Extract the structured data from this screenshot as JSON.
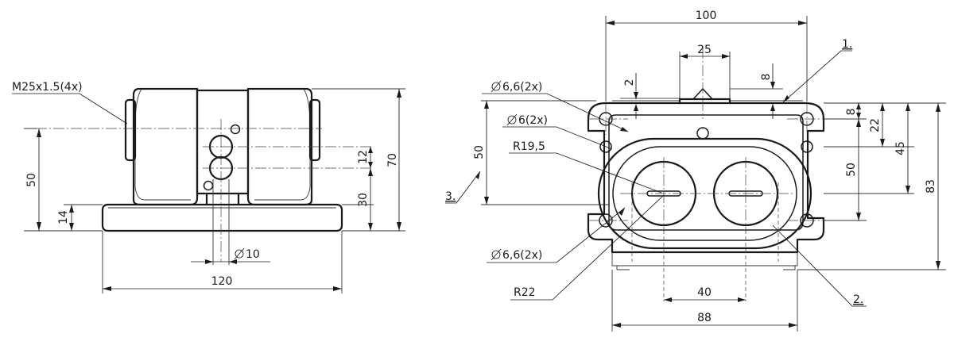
{
  "left_view": {
    "thread_label": "M25x1.5(4x)",
    "dim_height_total": "70",
    "dim_axis_height": "50",
    "dim_base_height": "14",
    "dim_hole_spacing": "12",
    "dim_hole_height": "30",
    "dim_hole_diameter": "10",
    "dim_base_width": "120"
  },
  "right_view": {
    "dim_top_width": "100",
    "dim_boss_width": "25",
    "dim_offset_left": "2",
    "dim_offset_right": "8",
    "dim_right_small": "8",
    "dim_right_22": "22",
    "dim_right_45": "45",
    "dim_right_50": "50",
    "dim_total_height": "83",
    "dim_left_50": "50",
    "hole_label_top": "6,6(2x)",
    "hole_label_mid": "6(2x)",
    "radius_label_small": "R19,5",
    "hole_label_bottom": "6,6(2x)",
    "radius_label_large": "R22",
    "dim_button_spacing": "40",
    "dim_bottom_width": "88",
    "callout_1": "1.",
    "callout_2": "2.",
    "callout_3": "3."
  }
}
